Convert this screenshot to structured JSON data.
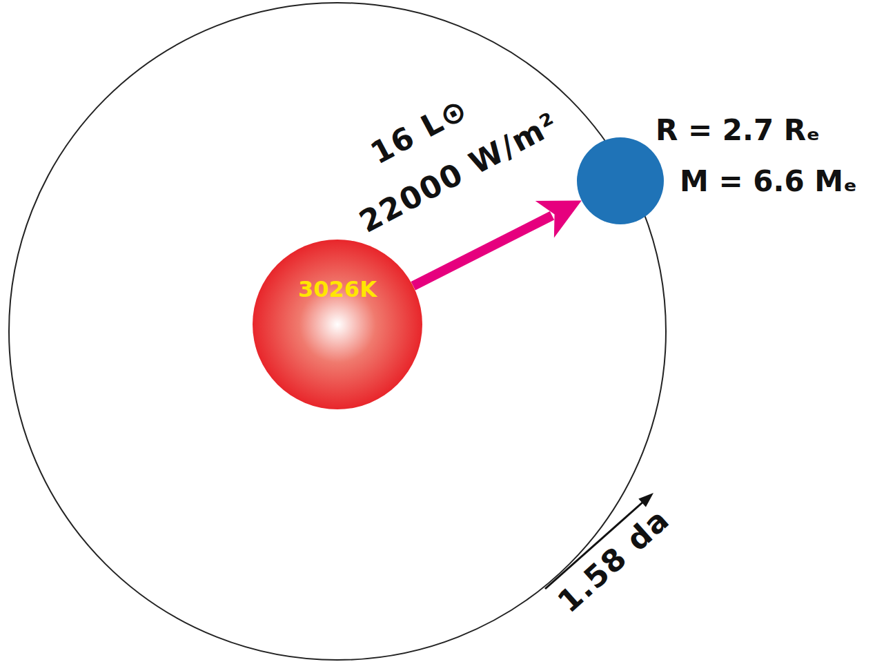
{
  "diagram": {
    "nodes": [
      {
        "text": [
          "3026K"
        ]
      },
      {
        "text": [
          "R = 2.7 Rₑ",
          "M = 6.6 Mₑ"
        ]
      }
    ],
    "edges": [
      {
        "from": 0,
        "to": 1,
        "arrow": "to"
      }
    ],
    "labels": [
      "16 L⊙",
      "22000 W/m²",
      "1.58 da"
    ]
  }
}
